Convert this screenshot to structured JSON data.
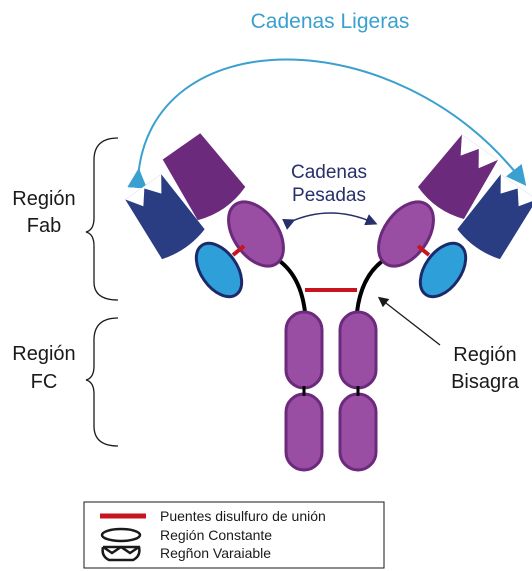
{
  "labels": {
    "light_chains": "Cadenas Ligeras",
    "heavy_chains_line1": "Cadenas",
    "heavy_chains_line2": "Pesadas",
    "fab_line1": "Región",
    "fab_line2": "Fab",
    "fc_line1": "Región",
    "fc_line2": "FC",
    "hinge_line1": "Región",
    "hinge_line2": "Bisagra"
  },
  "legend": {
    "items": [
      {
        "icon": "red-bar",
        "label": "Puentes disulfuro de unión"
      },
      {
        "icon": "oval-outline",
        "label": "Región Constante"
      },
      {
        "icon": "notched-outline",
        "label": "Regñon Varaiable"
      }
    ]
  },
  "colors": {
    "light_blue_arrow": "#3aa0cf",
    "heavy_variable": "#6b2a7c",
    "heavy_constant": "#9a4ea3",
    "light_variable": "#2a3c82",
    "light_constant": "#2f9fd9",
    "disulfide": "#c8141e",
    "navy_text": "#27306a",
    "outline": "#1a1a1a"
  }
}
